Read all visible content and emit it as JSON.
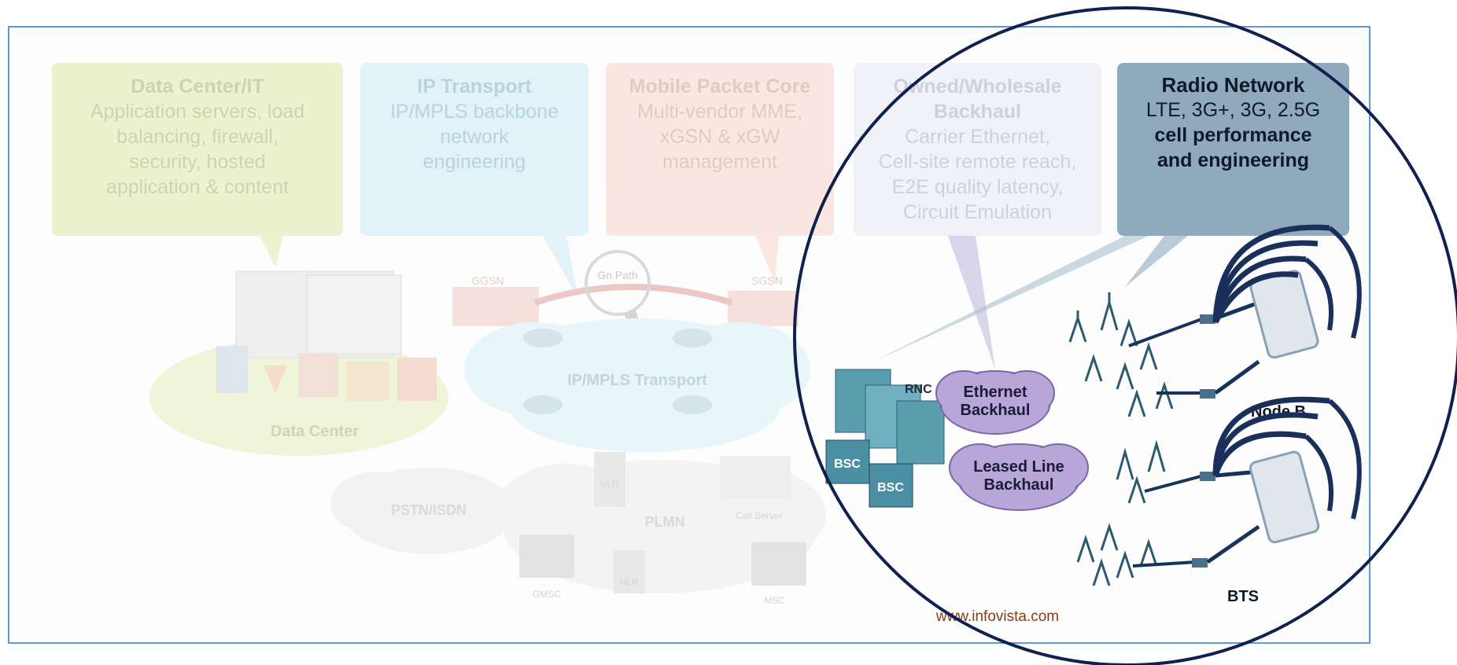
{
  "boxes": [
    {
      "title": "Data Center/IT",
      "line1": "Application servers, load",
      "line2": "balancing, firewall,",
      "line3": "security, hosted",
      "line4": "application & content"
    },
    {
      "title": "IP Transport",
      "line1": "IP/MPLS backbone",
      "line2": "network",
      "line3": "engineering"
    },
    {
      "title": "Mobile Packet Core",
      "line1": "Multi-vendor MME,",
      "line2": "xGSN & xGW",
      "line3": "management"
    },
    {
      "title": "Owned/Wholesale",
      "line0": "Backhaul",
      "line1": "Carrier Ethernet,",
      "line2": "Cell-site remote reach,",
      "line3": "E2E quality latency,",
      "line4": "Circuit Emulation"
    },
    {
      "title": "Radio Network",
      "line1": "LTE, 3G+, 3G, 2.5G",
      "line2": "cell performance",
      "line3": "and engineering"
    }
  ],
  "labels": {
    "ggsn": "GGSN",
    "gn_path": "Gn Path",
    "sgsn": "SGSN",
    "ip_mpls": "IP/MPLS Transport",
    "data_center": "Data Center",
    "pstn": "PSTN/ISDN",
    "vlr": "VLR",
    "plmn": "PLMN",
    "call_server": "Call Server",
    "gmsc": "GMSC",
    "hlr": "HLR",
    "msc": "MSC",
    "rnc": "RNC",
    "bsc1": "BSC",
    "bsc2": "BSC",
    "ethernet1": "Ethernet",
    "ethernet2": "Backhaul",
    "leased1": "Leased Line",
    "leased2": "Backhaul",
    "node_b": "Node B",
    "bts": "BTS",
    "website": "www.infovista.com"
  },
  "colors": {
    "frame": "#5b9bd5",
    "highlight_circle": "#10204f",
    "box_green": "#c9dd6e",
    "box_blue": "#a8dcef",
    "box_red": "#f7b9aa",
    "box_lavender": "#d9dcef",
    "box_radio": "#8fa9bd",
    "cloud_purple": "#9b86c4"
  }
}
